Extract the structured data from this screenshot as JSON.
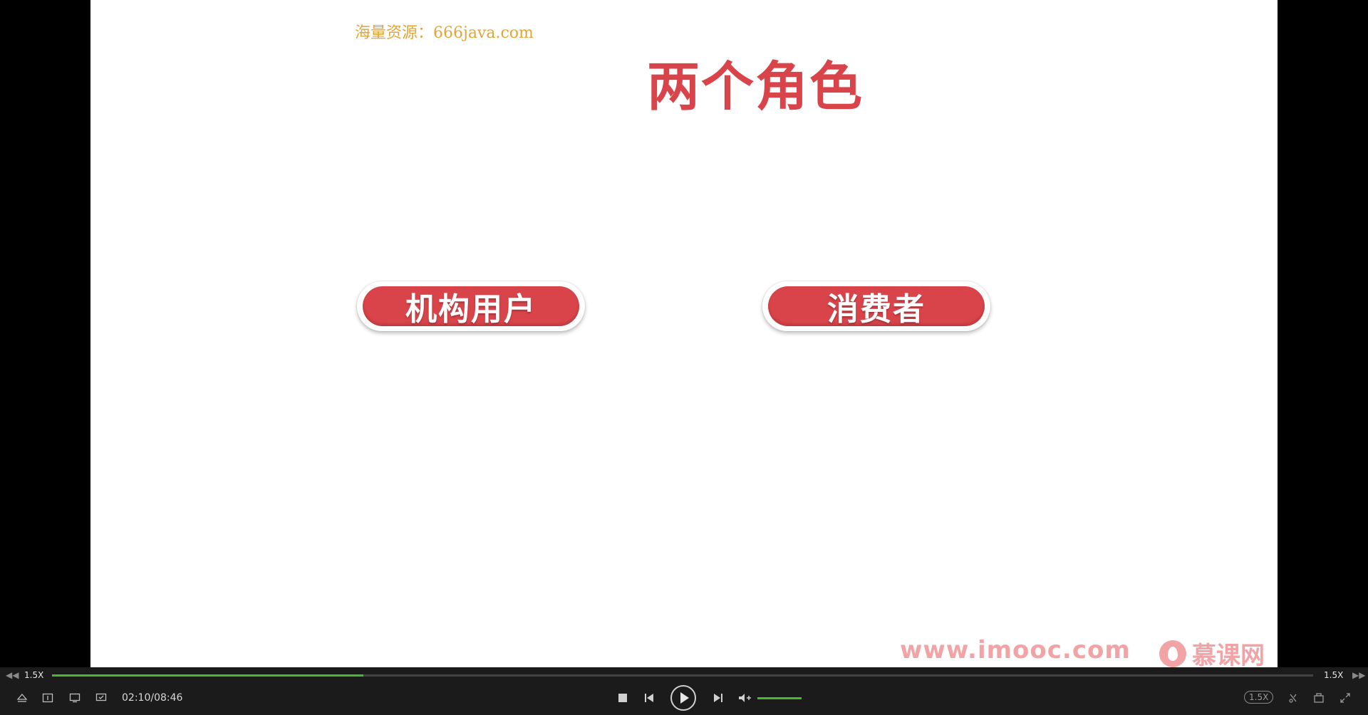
{
  "slide": {
    "watermark": "海量资源：666java.com",
    "title": "两个角色",
    "roles": [
      "机构用户",
      "消费者"
    ],
    "brand_url": "www.imooc.com",
    "brand_name": "慕课网"
  },
  "player": {
    "playback_rate_left": "1.5X",
    "playback_rate_right": "1.5X",
    "speed_badge": "1.5X",
    "time_display": "02:10/08:46",
    "progress_fraction": 0.247,
    "volume_fraction": 1.0,
    "accent_color": "#4ab82e",
    "icons": {
      "eject": "eject-icon",
      "chapter": "chapter-icon",
      "subtitle": "subtitle-icon",
      "note": "note-icon",
      "stop": "stop-icon",
      "prev": "previous-icon",
      "play": "play-icon",
      "next": "next-icon",
      "volume": "volume-icon",
      "clip": "clip-icon",
      "package": "package-icon",
      "fullscreen": "fullscreen-icon"
    }
  }
}
